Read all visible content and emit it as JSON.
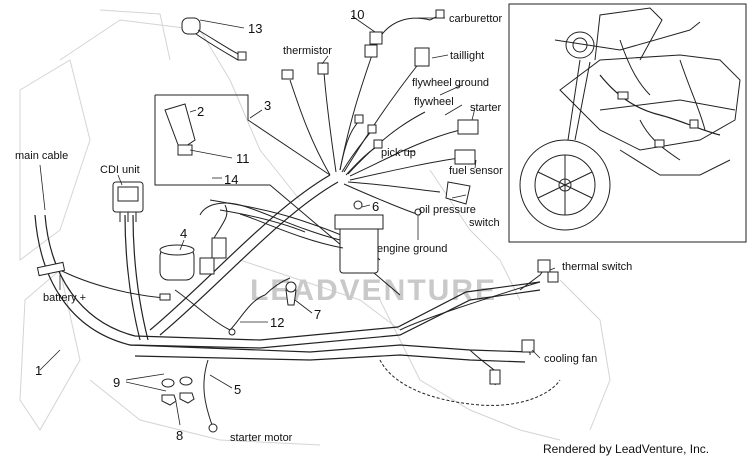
{
  "diagram": {
    "labels": {
      "main_cable": "main cable",
      "cdi_unit": "CDI unit",
      "battery_plus": "battery +",
      "thermistor": "thermistor",
      "carburettor": "carburettor",
      "taillight": "taillight",
      "flywheel_ground": "flywheel ground",
      "flywheel": "flywheel",
      "starter": "starter",
      "pick_up": "pick up",
      "fuel_sensor": "fuel sensor",
      "oil_pressure_switch_1": "oil pressure",
      "oil_pressure_switch_2": "switch",
      "engine_ground": "engine ground",
      "thermal_switch": "thermal switch",
      "cooling_fan": "cooling fan",
      "starter_motor": "starter motor"
    },
    "part_numbers": {
      "n1": "1",
      "n2": "2",
      "n3": "3",
      "n4": "4",
      "n5": "5",
      "n6": "6",
      "n7": "7",
      "n8": "8",
      "n9": "9",
      "n10": "10",
      "n11": "11",
      "n12": "12",
      "n13": "13",
      "n14": "14"
    },
    "watermark": "LEADVENTURE",
    "credit": "Rendered by LeadVenture, Inc."
  }
}
